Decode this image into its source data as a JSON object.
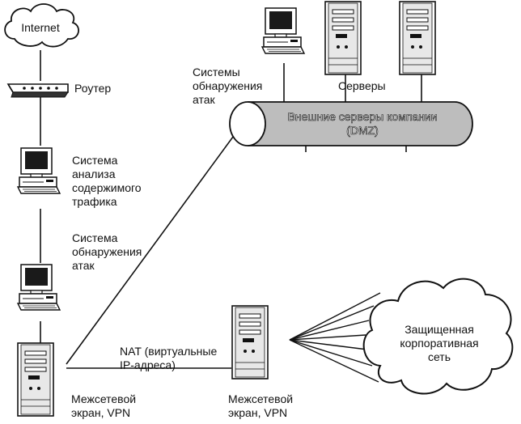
{
  "nodes": {
    "internet": "Internet",
    "router": "Роутер",
    "content_analysis": "Система\nанализа\nсодержимого\nтрафика",
    "ids_left": "Система\nобнаружения\nатак",
    "firewall_left": "Межсетевой\nэкран, VPN",
    "ids_dmz": "Системы\nобнаружения\nатак",
    "servers": "Серверы",
    "dmz": "Внешние серверы компании\n(DMZ)",
    "nat": "NAT (виртуальные\nIP-адреса)",
    "firewall_center": "Межсетевой\nэкран, VPN",
    "protected_net": "Защищенная\nкорпоративная\nсеть"
  },
  "icons": [
    "cloud-icon",
    "router-icon",
    "workstation-icon",
    "server-tower-icon",
    "tube-segment-icon"
  ],
  "colors": {
    "line": "#111111",
    "screen": "#1a1a1a",
    "tube": "#bdbdbd",
    "background": "#ffffff"
  }
}
